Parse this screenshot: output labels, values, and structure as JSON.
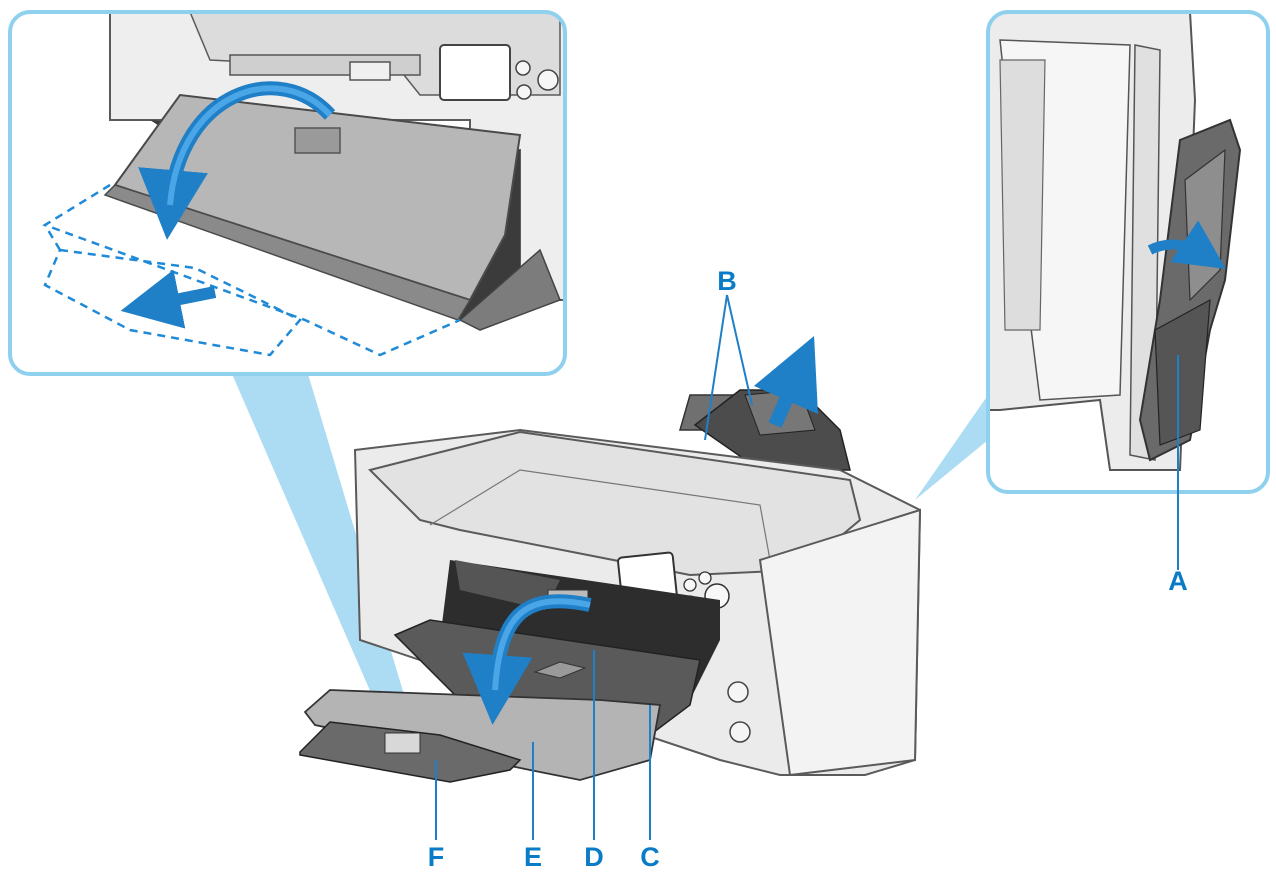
{
  "labels": {
    "A": "A",
    "B": "B",
    "C": "C",
    "D": "D",
    "E": "E",
    "F": "F"
  },
  "colors": {
    "callout_border": "#8fd0ee",
    "callout_beam": "#9dd6f1",
    "arrow_blue": "#1f7fc7",
    "dashed_line": "#1f8ad8",
    "leader_line": "#1f7fc7",
    "label_text": "#0a7cc7",
    "printer_body": "#ebebeb",
    "printer_outline": "#5a5a5a",
    "tray_gray": "#a9a9a9",
    "tray_dark": "#6d6d6d"
  }
}
